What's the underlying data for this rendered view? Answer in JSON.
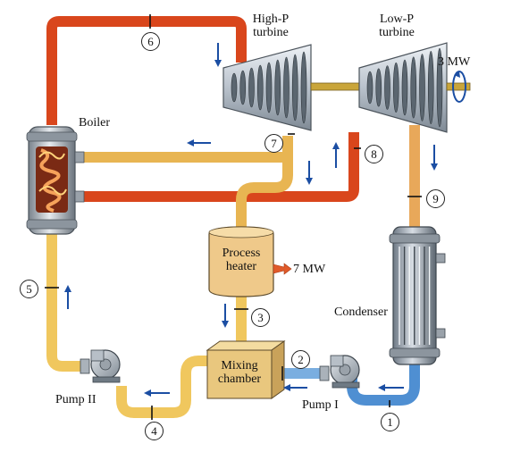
{
  "labels": {
    "high_p_turbine": "High-P\nturbine",
    "low_p_turbine": "Low-P\nturbine",
    "power_output": "3 MW",
    "boiler": "Boiler",
    "process_heater": "Process\nheater",
    "heater_duty": "7 MW",
    "condenser": "Condenser",
    "mixing_chamber": "Mixing\nchamber",
    "pump_1": "Pump I",
    "pump_2": "Pump II"
  },
  "states": [
    "1",
    "2",
    "3",
    "4",
    "5",
    "6",
    "7",
    "8",
    "9"
  ],
  "colors": {
    "superheated_steam": "#d9461c",
    "extracted_steam": "#e8b552",
    "liquid_water": "#f0c75e",
    "cold_water": "#4f8fd2",
    "arrow": "#1b4ea3",
    "heater_fill": "#efc98a",
    "mixer_fill": "#e9c77e"
  }
}
